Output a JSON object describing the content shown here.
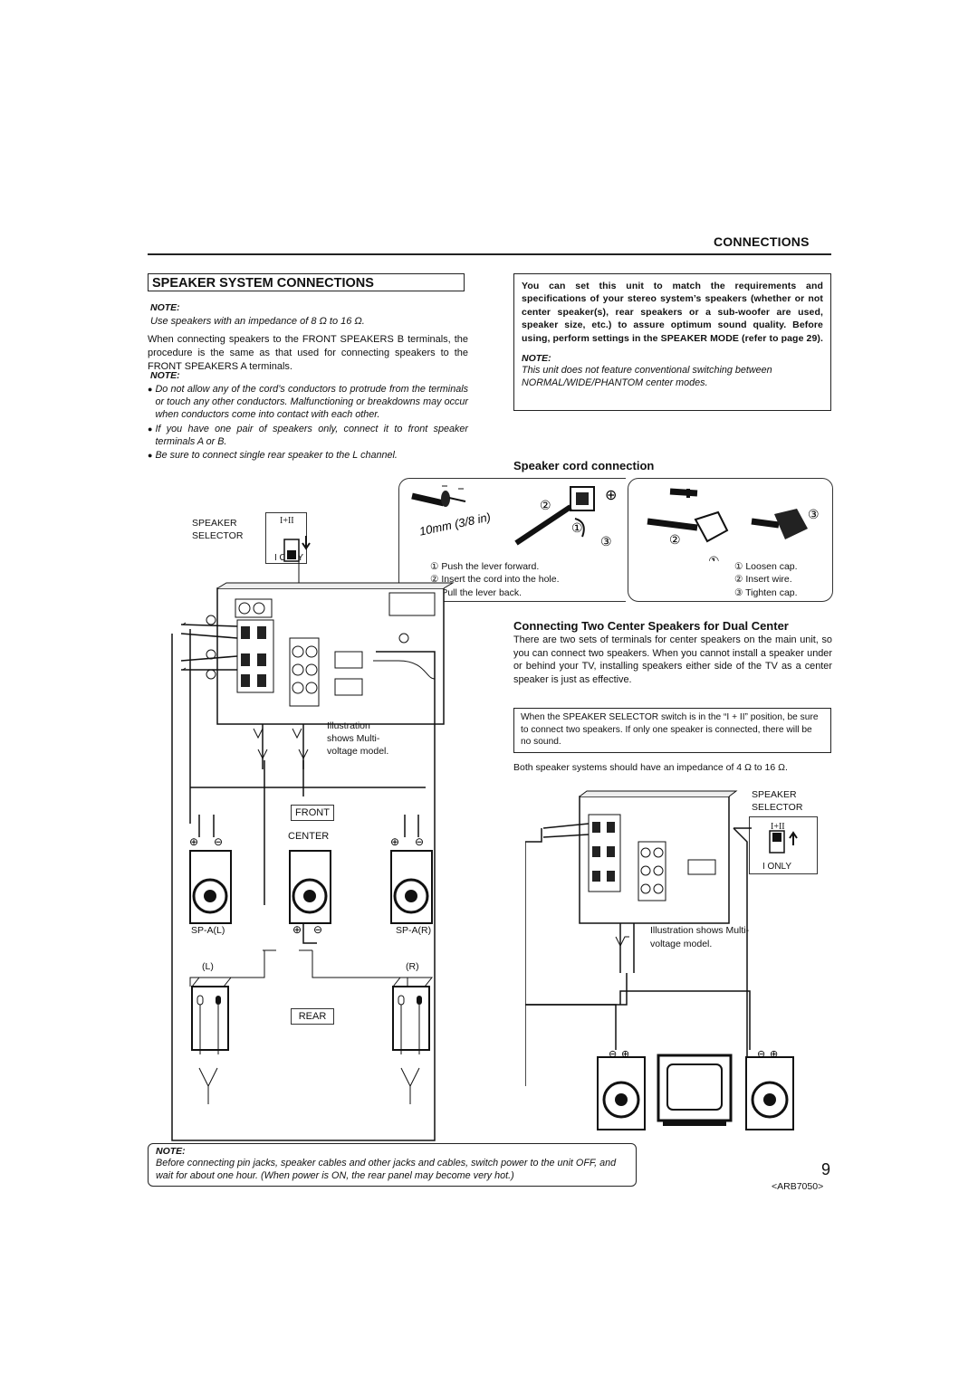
{
  "header": {
    "section": "CONNECTIONS"
  },
  "title": "SPEAKER SYSTEM CONNECTIONS",
  "left": {
    "note1_label": "NOTE:",
    "note1_text": "Use speakers with an impedance of 8 Ω to 16 Ω.",
    "para": "When connecting speakers to the FRONT SPEAKERS B terminals, the procedure is the same as that used for connecting speakers to the FRONT SPEAKERS A terminals.",
    "note2_label": "NOTE:",
    "bullets": [
      "Do not allow any of the cord’s conductors to protrude from the terminals or touch any other conductors. Malfunctioning or breakdowns may occur when conductors come into contact with each other.",
      "If you have one pair of speakers only, connect it to front speaker terminals A or B.",
      "Be sure to connect single rear speaker to the L channel."
    ]
  },
  "right_box": {
    "bold": "You can set this unit to match the requirements and specifications of your stereo system’s speakers (whether or not center speaker(s), rear speakers or a sub-woofer are used, speaker size, etc.) to assure optimum sound quality. Before using, perform settings in the SPEAKER MODE (refer to page 29).",
    "note_label": "NOTE:",
    "note_text": "This unit does not feature conventional switching between NORMAL/WIDE/PHANTOM center modes."
  },
  "cord": {
    "heading": "Speaker cord connection",
    "length": "10mm (3/8 in)",
    "steps_a": [
      "① Push the lever forward.",
      "② Insert the cord into the hole.",
      "③ Pull the lever back."
    ],
    "steps_b": [
      "① Loosen cap.",
      "② Insert wire.",
      "③ Tighten cap."
    ]
  },
  "dual": {
    "heading": "Connecting Two Center Speakers for Dual Center",
    "text": "There are two sets of terminals for center speakers on the main unit, so you can connect two speakers. When you cannot install a speaker under or behind your TV, installing speakers either side of the TV as a center speaker is just as effective.",
    "box": "When the SPEAKER SELECTOR switch is in the “I + II” position, be sure to connect two speakers. If only one speaker is connected, there will be no sound.",
    "impedance": "Both speaker systems should have an impedance of 4 Ω to 16 Ω.",
    "illus": "Illustration shows Multi-voltage model."
  },
  "labels": {
    "speaker": "SPEAKER",
    "selector": "SELECTOR",
    "i_ii": "I+II",
    "i_only": "I ONLY",
    "front": "FRONT",
    "center": "CENTER",
    "rear": "REAR",
    "spal": "SP-A(L)",
    "spar": "SP-A(R)",
    "l": "(L)",
    "r": "(R)",
    "illus1": "Illustration",
    "illus2": "shows Multi-",
    "illus3": "voltage model."
  },
  "bottom_note": {
    "label": "NOTE:",
    "text": "Before connecting pin jacks, speaker cables and other jacks and cables, switch power to the unit OFF, and wait for about one hour. (When power is ON, the rear panel may become very hot.)"
  },
  "page": {
    "number": "9",
    "code": "<ARB7050>"
  }
}
